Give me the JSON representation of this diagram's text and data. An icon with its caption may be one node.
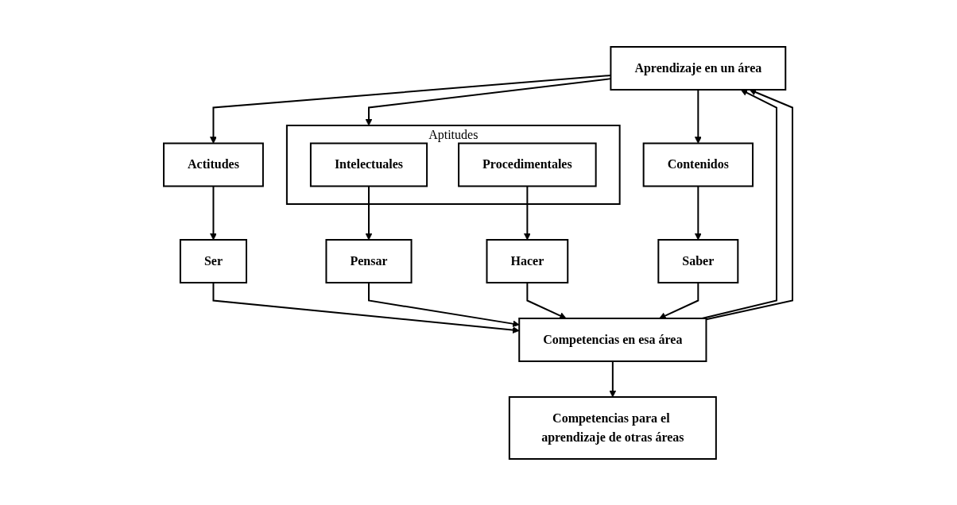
{
  "diagram": {
    "nodes": [
      {
        "text": [
          "Aprendizaje en un área"
        ]
      },
      {
        "text": [
          "Actitudes"
        ]
      },
      {
        "text": [
          "Aptitudes"
        ]
      },
      {
        "text": [
          "Intelectuales"
        ],
        "in": 2
      },
      {
        "text": [
          "Procedimentales"
        ],
        "in": 2
      },
      {
        "text": [
          "Contenidos"
        ]
      },
      {
        "text": [
          "Ser"
        ]
      },
      {
        "text": [
          "Pensar"
        ]
      },
      {
        "text": [
          "Hacer"
        ]
      },
      {
        "text": [
          "Saber"
        ]
      },
      {
        "text": [
          "Competencias en esa área"
        ]
      },
      {
        "text": [
          "Competencias para el aprendizaje de otras áreas"
        ]
      }
    ],
    "edges": [
      {
        "from": 0,
        "to": 1,
        "arrow": "to"
      },
      {
        "from": 0,
        "to": 2,
        "arrow": "to"
      },
      {
        "from": 0,
        "to": 5,
        "arrow": "to"
      },
      {
        "from": 1,
        "to": 6,
        "arrow": "to"
      },
      {
        "from": 3,
        "to": 7,
        "arrow": "to"
      },
      {
        "from": 4,
        "to": 8,
        "arrow": "to"
      },
      {
        "from": 5,
        "to": 9,
        "arrow": "to"
      },
      {
        "from": 6,
        "to": 10,
        "arrow": "to"
      },
      {
        "from": 7,
        "to": 10,
        "arrow": "to"
      },
      {
        "from": 8,
        "to": 10,
        "arrow": "to"
      },
      {
        "from": 9,
        "to": 10,
        "arrow": "to"
      },
      {
        "from": 10,
        "to": 0,
        "arrow": "to"
      },
      {
        "from": 10,
        "to": 0,
        "arrow": "to"
      },
      {
        "from": 10,
        "to": 11,
        "arrow": "to"
      }
    ]
  }
}
